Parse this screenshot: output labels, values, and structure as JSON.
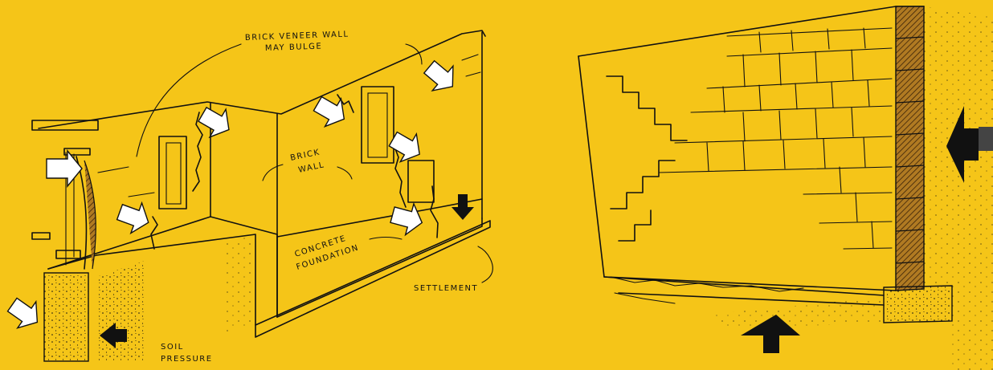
{
  "colors": {
    "background": "#f5c518",
    "ink": "#111111",
    "arrow_white": "#ffffff",
    "arrow_black": "#111111",
    "soil_stipple": "#111111",
    "brick_hatch": "#8a5a1a"
  },
  "labels": {
    "brick_veneer_line1": "BRICK VENEER WALL",
    "brick_veneer_line2": "MAY BULGE",
    "brick_wall_line1": "BRICK",
    "brick_wall_line2": "WALL",
    "concrete_line1": "CONCRETE",
    "concrete_line2": "FOUNDATION",
    "settlement": "SETTLEMENT",
    "soil_line1": "SOIL",
    "soil_line2": "PRESSURE"
  },
  "icons": {
    "white_arrow": "white-pressure-arrow-icon",
    "black_arrow": "black-force-arrow-icon"
  }
}
